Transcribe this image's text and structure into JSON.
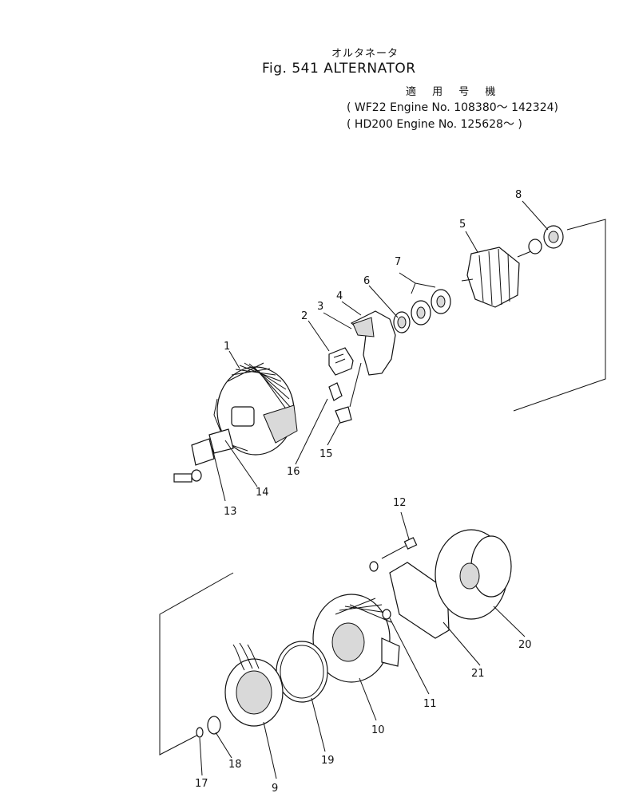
{
  "header": {
    "japanese_title": "オルタネータ",
    "figure_title": "Fig. 541  ALTERNATOR",
    "applicability_label": "適 用 号 機",
    "applicability_lines": [
      "( WF22  Engine No. 108380～ 142324)",
      "( HD200 Engine No. 125628～          )"
    ]
  },
  "callouts": [
    "1",
    "2",
    "3",
    "4",
    "5",
    "6",
    "7",
    "8",
    "9",
    "10",
    "11",
    "12",
    "13",
    "14",
    "15",
    "16",
    "17",
    "18",
    "19",
    "20",
    "21"
  ]
}
